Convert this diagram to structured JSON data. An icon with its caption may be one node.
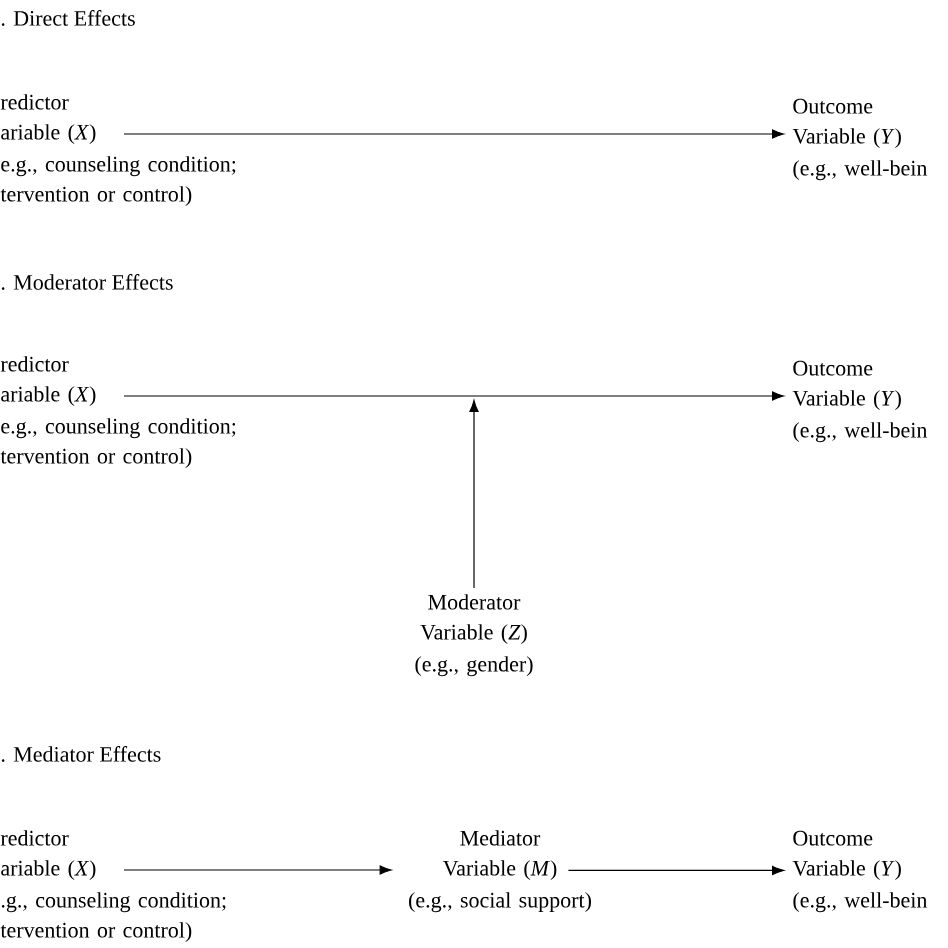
{
  "diagram": {
    "nodes": [
      {
        "text": [
          "redictor ariable (*X*)",
          "e.g., counseling condition; tervention or control)"
        ]
      },
      {
        "text": [
          "Outcome Variable (*Y*)",
          "(e.g., well-bein"
        ]
      },
      {
        "text": [
          "redictor ariable (*X*)",
          "e.g., counseling condition; tervention or control)"
        ]
      },
      {
        "text": [
          "Outcome Variable (*Y*)",
          "(e.g., well-bein"
        ]
      },
      {
        "text": [
          "Moderator Variable (*Z*)",
          "(e.g., gender)"
        ]
      },
      {
        "text": [
          "redictor ariable (*X*)",
          ".g., counseling condition; tervention or control)"
        ]
      },
      {
        "text": [
          "Mediator Variable (*M*)",
          "(e.g., social support)"
        ]
      },
      {
        "text": [
          "Outcome Variable (*Y*)",
          "(e.g., well-bein"
        ]
      }
    ],
    "edges": [
      {
        "from": 0,
        "to": 1,
        "arrow": "to"
      },
      {
        "from": 2,
        "to": 3,
        "arrow": "to"
      },
      {
        "from": 4,
        "to": null,
        "arrow": "to"
      },
      {
        "from": 5,
        "to": 6,
        "arrow": "to"
      },
      {
        "from": 6,
        "to": 7,
        "arrow": "to"
      }
    ],
    "labels": [
      ". Direct Effects",
      ". Moderator Effects",
      ". Mediator Effects"
    ]
  }
}
